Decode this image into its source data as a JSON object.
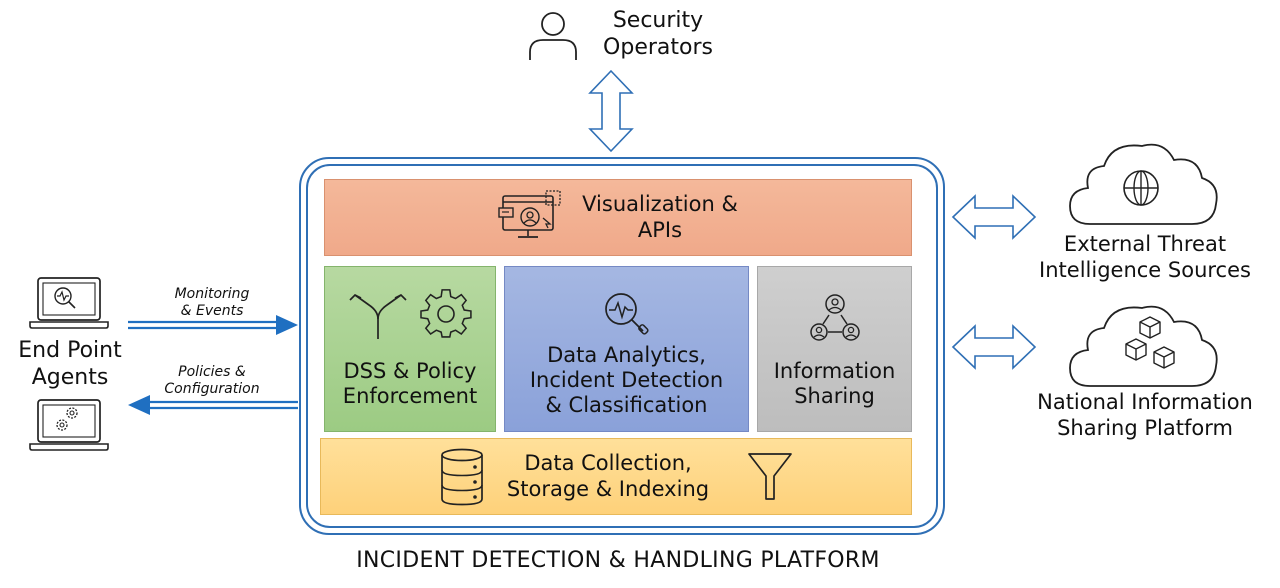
{
  "operators": {
    "label_line1": "Security",
    "label_line2": "Operators"
  },
  "external": {
    "threat_line1": "External Threat",
    "threat_line2": "Intelligence Sources",
    "national_line1": "National Information",
    "national_line2": "Sharing Platform"
  },
  "endpoint": {
    "label_line1": "End Point",
    "label_line2": "Agents",
    "monitoring_line1": "Monitoring",
    "monitoring_line2": "& Events",
    "policies_line1": "Policies &",
    "policies_line2": "Configuration"
  },
  "platform": {
    "title": "INCIDENT DETECTION & HANDLING PLATFORM",
    "visualization_line1": "Visualization &",
    "visualization_line2": "APIs",
    "dss_line1": "DSS & Policy",
    "dss_line2": "Enforcement",
    "analytics_line1": "Data Analytics,",
    "analytics_line2": "Incident Detection",
    "analytics_line3": "& Classification",
    "sharing_line1": "Information",
    "sharing_line2": "Sharing",
    "collection_line1": "Data Collection,",
    "collection_line2": "Storage & Indexing"
  },
  "colors": {
    "frame": "#2f6fb5",
    "arrow": "#1f6fc1",
    "visualization": "#f0a98a",
    "dss": "#9ccb83",
    "analytics": "#8aa1d9",
    "sharing": "#bdbdbd",
    "collection": "#fed17a"
  }
}
